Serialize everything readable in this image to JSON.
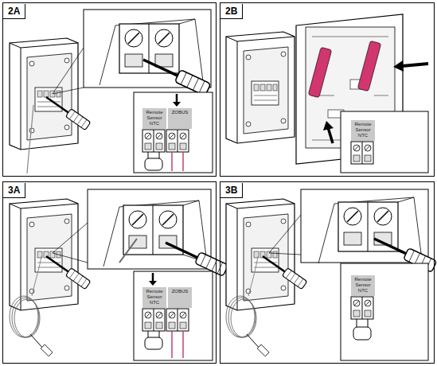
{
  "diagram": {
    "nodes": [
      {
        "text": [
          "2A"
        ]
      },
      {
        "text": [
          "Remote Sensor NTC"
        ],
        "in": 0
      },
      {
        "text": [
          "ZOBUS"
        ],
        "in": 0
      },
      {
        "text": [
          "2B"
        ]
      },
      {
        "text": [
          "Remote Sensor NTC"
        ],
        "in": 3
      },
      {
        "text": [
          "3A"
        ]
      },
      {
        "text": [
          "Remote Sensor NTC"
        ],
        "in": 5
      },
      {
        "text": [
          "ZOBUS"
        ],
        "in": 5
      },
      {
        "text": [
          "3B"
        ]
      },
      {
        "text": [
          "Remote Sensor NTC"
        ],
        "in": 8
      }
    ]
  }
}
